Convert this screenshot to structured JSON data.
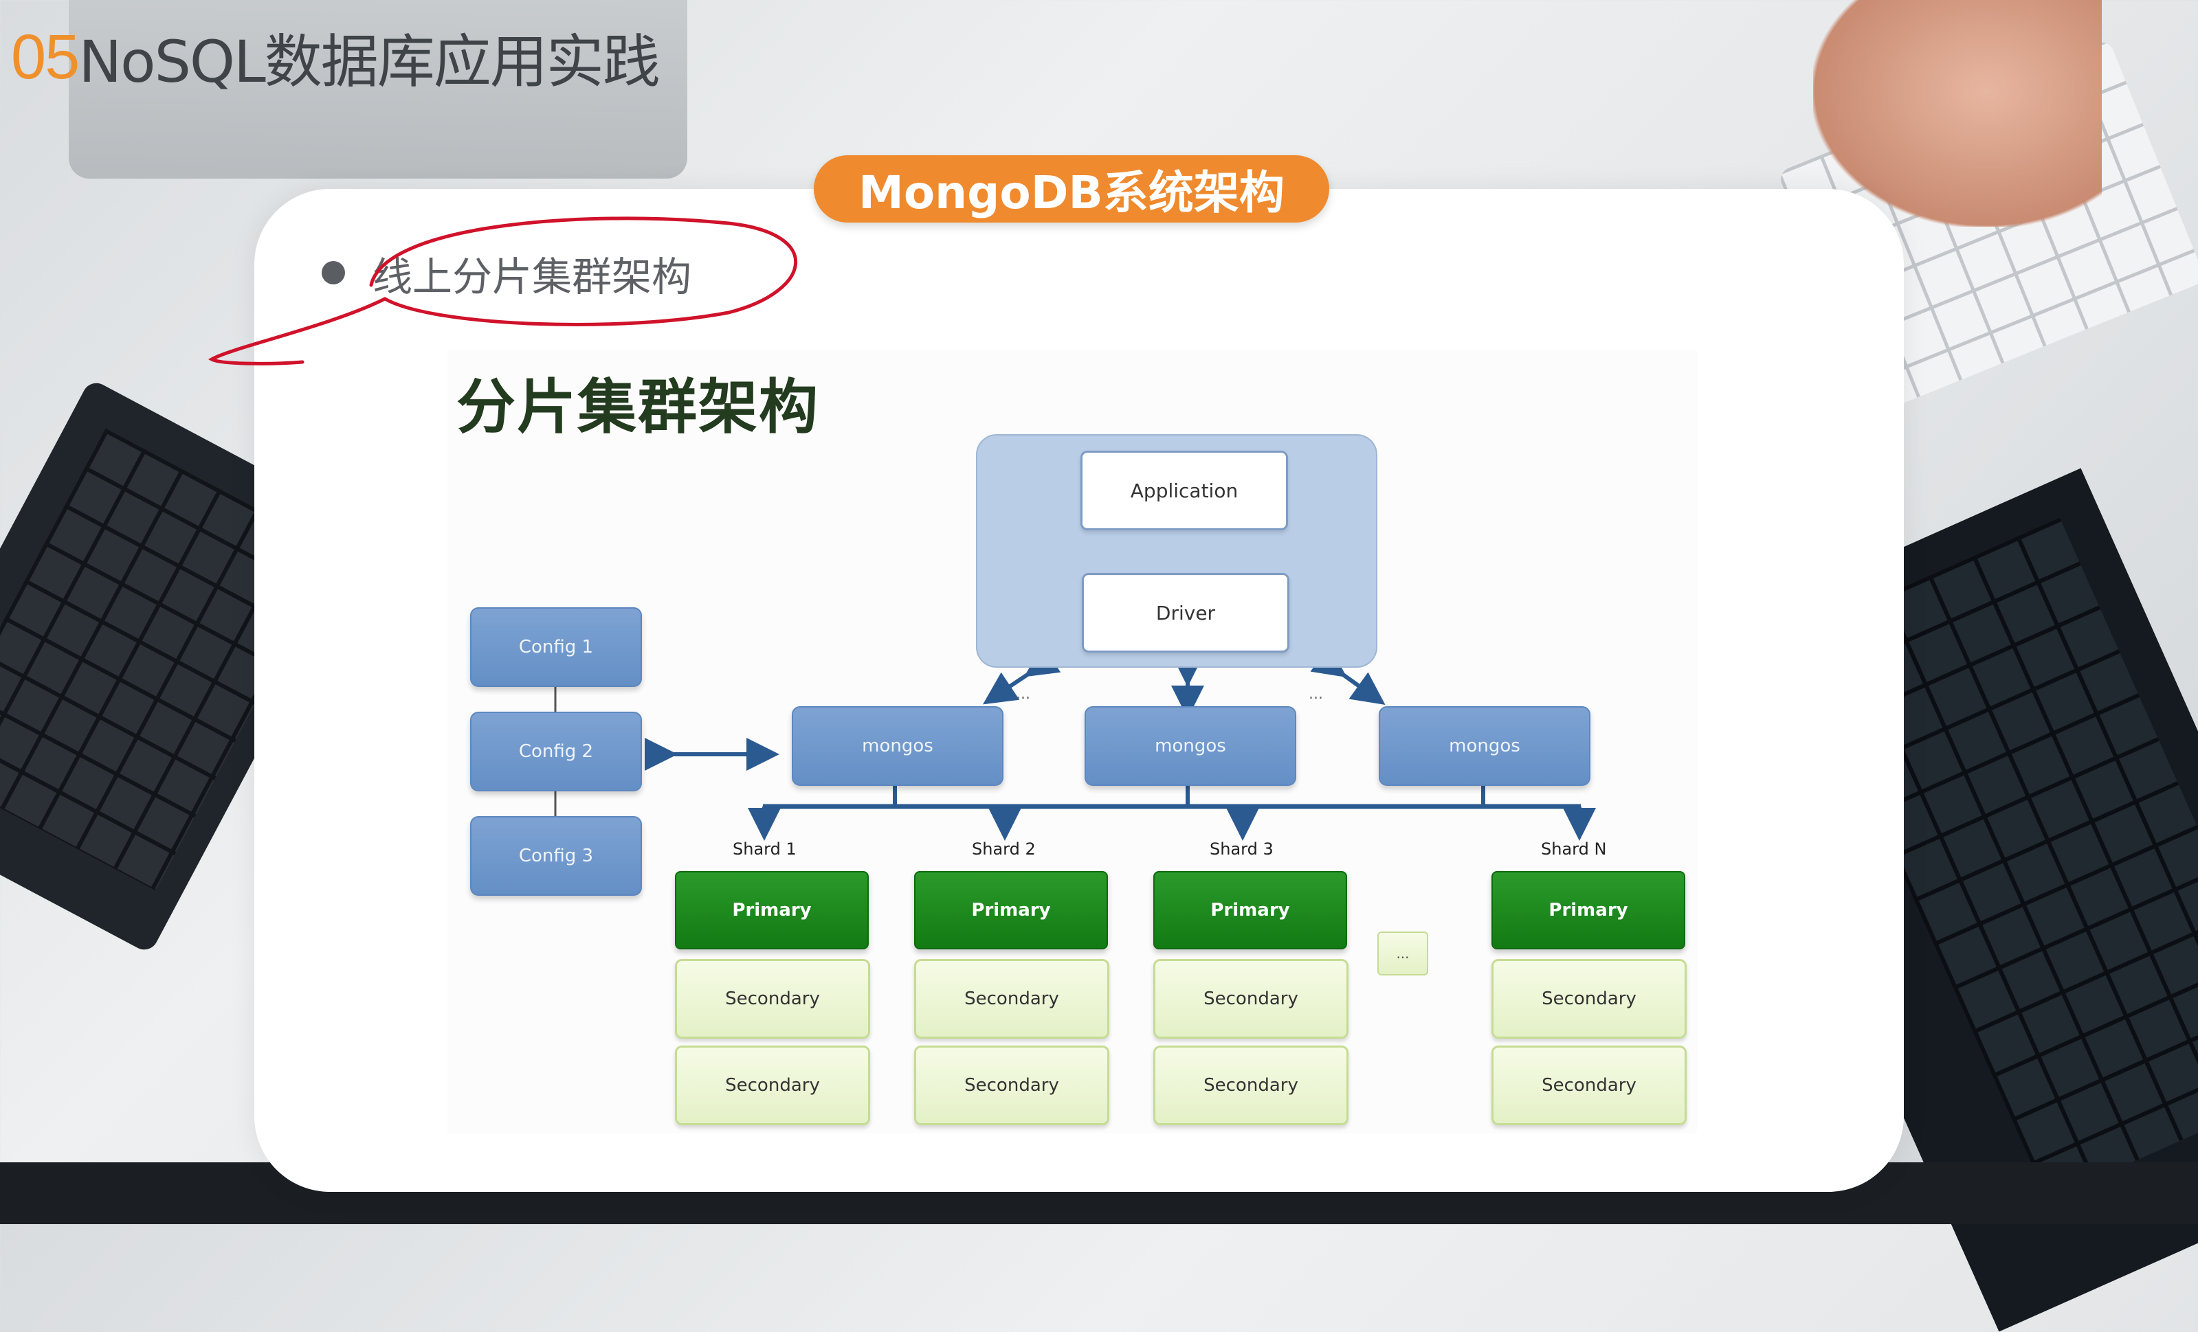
{
  "header": {
    "number": "05",
    "title": "NoSQL数据库应用实践"
  },
  "slide": {
    "pill_title": "MongoDB系统架构",
    "bullet": "线上分片集群架构"
  },
  "diagram": {
    "title": "分片集群架构",
    "application": "Application",
    "driver": "Driver",
    "configs": [
      "Config 1",
      "Config  2",
      "Config 3"
    ],
    "mongos": [
      "mongos",
      "mongos",
      "mongos"
    ],
    "dots": [
      "...",
      "..."
    ],
    "shards": [
      {
        "label": "Shard 1",
        "primary": "Primary",
        "secondaries": [
          "Secondary",
          "Secondary"
        ]
      },
      {
        "label": "Shard 2",
        "primary": "Primary",
        "secondaries": [
          "Secondary",
          "Secondary"
        ]
      },
      {
        "label": "Shard 3",
        "primary": "Primary",
        "secondaries": [
          "Secondary",
          "Secondary"
        ]
      },
      {
        "label": "Shard N",
        "primary": "Primary",
        "secondaries": [
          "Secondary",
          "Secondary"
        ]
      }
    ],
    "shard_gap": "..."
  },
  "colors": {
    "accent_orange": "#ef8a2e",
    "annotation_red": "#d0122a",
    "primary_green": "#137a13",
    "mongos_blue": "#648fc6"
  }
}
